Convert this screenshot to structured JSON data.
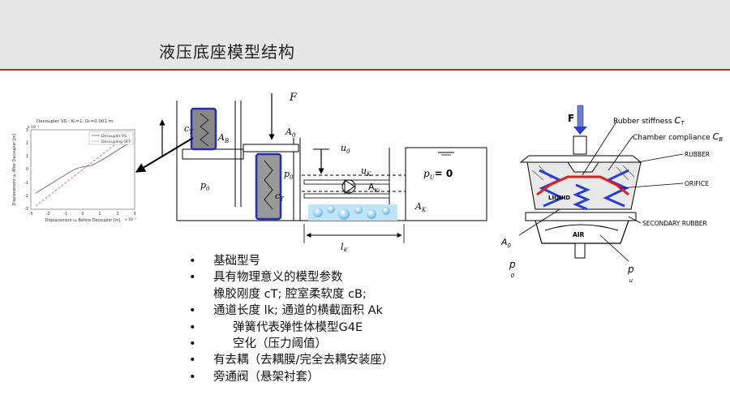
{
  "slide": {
    "title": "液压底座模型结构"
  },
  "left_plot": {
    "title": "Decoupler VS : K₀=1; D₀=0.001 m",
    "ylabel": "Displacement u₂ After Decoupler [m]",
    "xlabel": "Displacement u₂ Before Decoupler [m]",
    "y_exponent": "x 10⁻³",
    "x_exponent": "x 10⁻³",
    "legend": [
      "Decoupler VS",
      "Decoupling OFF"
    ],
    "y_ticks": [
      "3",
      "2",
      "1",
      "0",
      "-1",
      "-2",
      "-3"
    ],
    "x_ticks": [
      "-3",
      "-2",
      "-1",
      "0",
      "1",
      "2",
      "3"
    ],
    "colors": {
      "series1": "#666666",
      "series2": "#e06060"
    }
  },
  "schematic": {
    "force": "F",
    "cT_top": "c",
    "cT_top_sub": "T",
    "AB": "A",
    "AB_sub": "B",
    "A0": "A",
    "A0_sub": "0",
    "u0": "u",
    "u0_sub": "0",
    "p0_mid": "p",
    "p0_mid_sub": "0",
    "cT_mid": "c",
    "cT_mid_sub": "T",
    "uK": "u",
    "uK_sub": "K",
    "AKi": "A",
    "AKi_sub": "Ki",
    "pU": "p",
    "pU_sub": "U",
    "pU_value": "= 0",
    "p0_left": "p",
    "p0_left_sub": "0",
    "AK": "A",
    "AK_sub": "K",
    "lK": "l",
    "lK_sub": "K"
  },
  "mount": {
    "F": "F",
    "rubber_stiffness": "Rubber stiffness",
    "rubber_stiffness_sym": "C",
    "rubber_stiffness_sub": "T",
    "chamber_compliance": "Chamber compliance",
    "chamber_compliance_sym": "C",
    "chamber_compliance_sub": "B",
    "rubber": "RUBBER",
    "orifice": "ORIFICE",
    "liquid": "LIQUID",
    "secondary_rubber": "SECONDARY RUBBER",
    "air": "AIR",
    "A0": "A",
    "A0_sub": "0",
    "p0": "p",
    "p0_sub": "0",
    "pu": "p",
    "pu_sub": "u",
    "colors": {
      "spring": "#2a3fd0",
      "membrane": "#e02020"
    }
  },
  "bullets": [
    {
      "text": "基础型号",
      "marker": "•"
    },
    {
      "text": "具有物理意义的模型参数",
      "marker": "•"
    },
    {
      "text": "橡胶刚度 cT; 腔室柔软度 cB;",
      "marker": ""
    },
    {
      "text": "通道长度 lk; 通道的横截面积 Ak",
      "marker": "•"
    },
    {
      "text": "弹簧代表弹性体模型G4E",
      "marker": "•"
    },
    {
      "text": "空化（压力阈值）",
      "marker": "•"
    },
    {
      "text": "有去耦（去耦膜/完全去耦安装座）",
      "marker": "•"
    },
    {
      "text": "旁通阀（悬架衬套）",
      "marker": "•"
    }
  ]
}
